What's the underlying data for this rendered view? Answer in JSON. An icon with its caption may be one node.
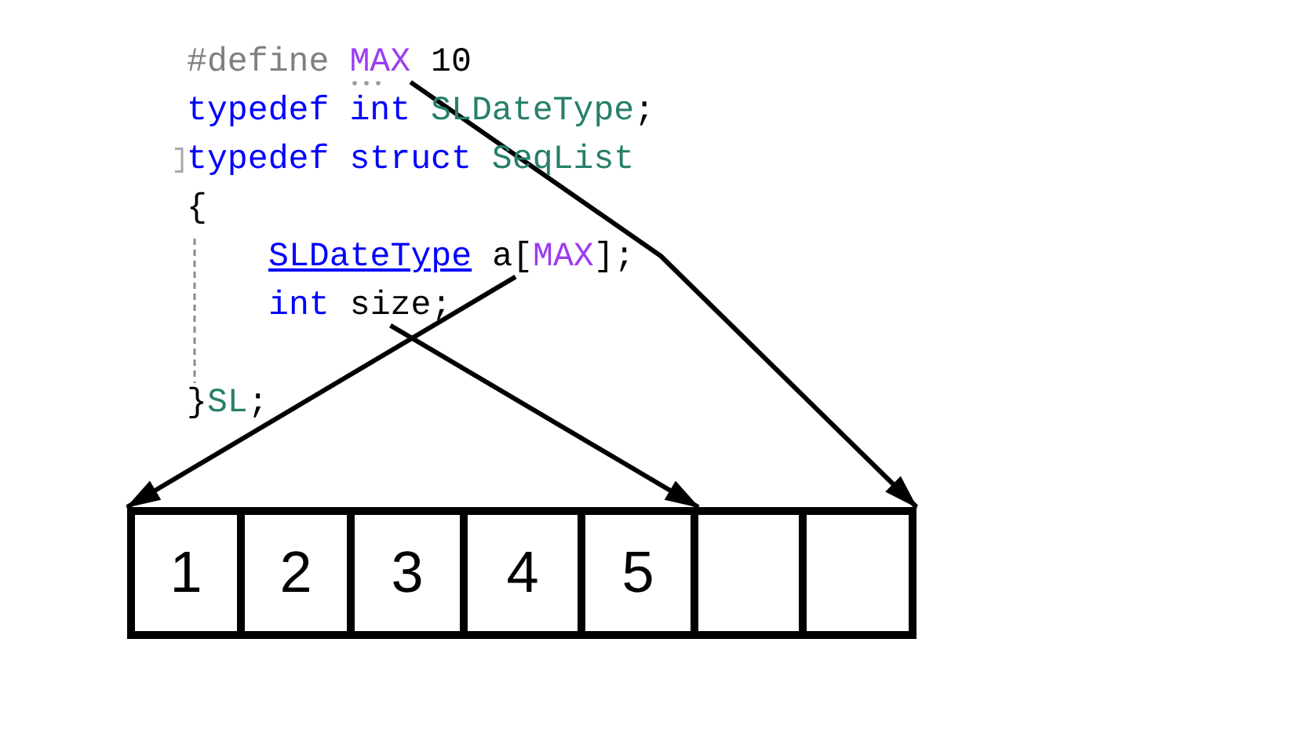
{
  "diagram": {
    "nodes": [
      {
        "text": [
          "#define MAX 10"
        ]
      },
      {
        "text": [
          "SLDateType a[MAX];"
        ]
      },
      {
        "text": [
          "int size;"
        ]
      },
      {
        "text": [
          "1"
        ]
      },
      {
        "text": [
          "2"
        ]
      },
      {
        "text": [
          "3"
        ]
      },
      {
        "text": [
          "4"
        ]
      },
      {
        "text": [
          "5"
        ]
      },
      {
        "text": [],
        "shape": "box"
      },
      {
        "text": [],
        "shape": "box"
      }
    ],
    "edges": [
      {
        "from": 0,
        "to": 9,
        "arrow": "to"
      },
      {
        "from": 1,
        "to": 3,
        "arrow": "to"
      },
      {
        "from": 2,
        "to": 7,
        "arrow": "to"
      }
    ],
    "labels": [
      "typedef int SLDateType;",
      "typedef struct SeqList",
      "{",
      "}SL;"
    ]
  }
}
